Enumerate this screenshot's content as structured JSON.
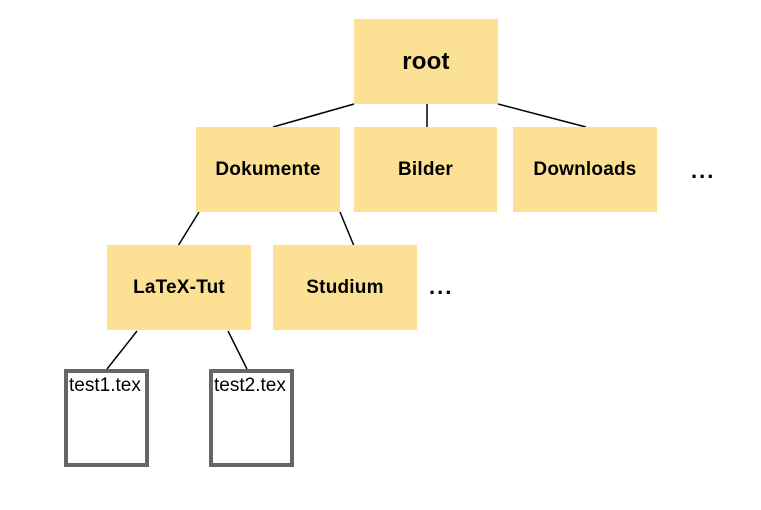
{
  "colors": {
    "folder_fill": "#FCE094",
    "file_fill": "#FFFFFF",
    "file_border": "#666666",
    "edge_color": "#000000",
    "label_color": "#000000",
    "background": "#FFFFFF"
  },
  "tree": {
    "root": {
      "label": "root"
    },
    "level2": {
      "dokumente": {
        "label": "Dokumente"
      },
      "bilder": {
        "label": "Bilder"
      },
      "downloads": {
        "label": "Downloads"
      },
      "more": {
        "label": "..."
      }
    },
    "level3": {
      "latex_tut": {
        "label": "LaTeX-Tut"
      },
      "studium": {
        "label": "Studium"
      },
      "more": {
        "label": "..."
      }
    },
    "level4": {
      "test1": {
        "label": "test1.tex"
      },
      "test2": {
        "label": "test2.tex"
      }
    }
  }
}
